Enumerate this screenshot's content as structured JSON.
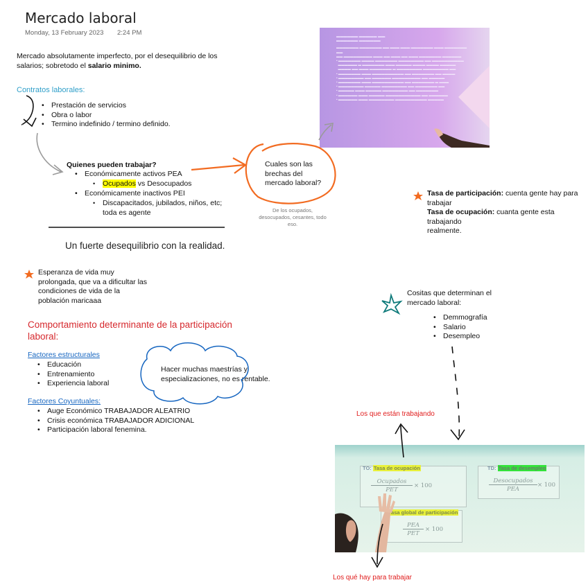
{
  "header": {
    "title": "Mercado laboral",
    "date": "Monday, 13 February 2023",
    "time": "2:24 PM"
  },
  "intro": {
    "line1": "Mercado absolutamente imperfecto, por el desequilibrio de los",
    "line2_prefix": "salarios; sobretodo el ",
    "line2_bold": "salario minimo."
  },
  "contratos": {
    "heading": "Contratos laborales:",
    "items": [
      "Prestación de servicios",
      "Obra o labor",
      "Termino indefinido / termino definido."
    ]
  },
  "quienes": {
    "heading": "Quienes pueden trabajar?",
    "pea": "Económicamente activos PEA",
    "ocupados": "Ocupados",
    "vs_desocupados": " vs Desocupados",
    "pei": "Económicamente inactivos PEI",
    "pei_detail_1": "Discapacitados, jubilados, niños, etc;",
    "pei_detail_2": "toda es agente"
  },
  "brechas": {
    "line1": "Cuales son las",
    "line2": "brechas del",
    "line3": "mercado laboral?",
    "note1": "De los ocupados,",
    "note2": "desocupados, cesantes, todo",
    "note3": "eso."
  },
  "desequilibrio": "Un fuerte desequilibrio con la realidad.",
  "tasas": {
    "participacion_label": "Tasa de participación:",
    "participacion_text": " cuenta gente hay para",
    "participacion_text2": "trabajar",
    "ocupacion_label": "Tasa de ocupación:",
    "ocupacion_text": " cuanta gente esta trabajando",
    "ocupacion_text2": "realmente."
  },
  "esperanza": {
    "line1": "Esperanza de vida muy",
    "line2": "prolongada, que va a dificultar las",
    "line3": "condiciones de vida de la",
    "line4": "población maricaaa"
  },
  "cositas": {
    "line1": "Cositas que determinan el",
    "line2": "mercado laboral:",
    "items": [
      "Demmografía",
      "Salario",
      "Desempleo"
    ]
  },
  "comportamiento": {
    "line1": "Comportamiento determinante de la participación",
    "line2": "laboral:"
  },
  "estructurales": {
    "heading": "Factores estructurales",
    "items": [
      "Educación",
      "Entrenamiento",
      "Experiencia laboral"
    ]
  },
  "cloud": {
    "line1": "Hacer muchas maestrías y",
    "line2": "especializaciones, no es rentable."
  },
  "coyuntura": {
    "heading": "Factores Coyuntuales:",
    "items": [
      "Auge Económico TRABAJADOR ALEATRIO",
      "Crisis económica TRABAJADOR ADICIONAL",
      "Participación laboral fenemina."
    ]
  },
  "annotations": {
    "trabajando": "Los que están trabajando",
    "hay": "Los qué hay para trabajar"
  },
  "slide2": {
    "to_prefix": "TO:",
    "to_label": "Tasa de ocupación",
    "td_prefix": "TD:",
    "td_label": "Tasa de desempleo",
    "ocupados": "Ocupados",
    "pet": "PET",
    "desocupados": "Desocupados",
    "pea": "PEA",
    "times100": "× 100",
    "tgp_label": "Tasa global de participación"
  },
  "colors": {
    "accent_blue": "#2f9fc9",
    "red": "#d6292e",
    "orange": "#f26b21",
    "highlight_yellow": "#ffff00"
  }
}
